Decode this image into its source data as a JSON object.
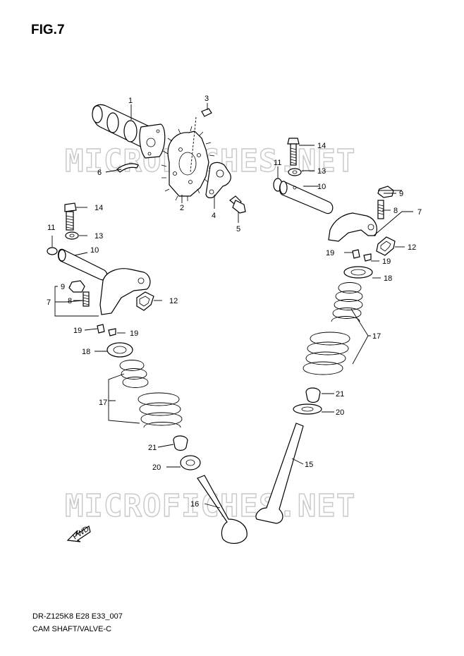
{
  "figure": {
    "title": "FIG.7",
    "model_code": "DR-Z125K8 E28 E33_007",
    "section_name": "CAM SHAFT/VALVE-C"
  },
  "watermark": {
    "text": "MICROFICHES.NET"
  },
  "arrow": {
    "label": "FWD"
  },
  "callouts": {
    "c1": "1",
    "c2": "2",
    "c3": "3",
    "c4": "4",
    "c5": "5",
    "c6": "6",
    "c7a": "7",
    "c7b": "7",
    "c8a": "8",
    "c8b": "8",
    "c9a": "9",
    "c9b": "9",
    "c10a": "10",
    "c10b": "10",
    "c11a": "11",
    "c11b": "11",
    "c12a": "12",
    "c12b": "12",
    "c13a": "13",
    "c13b": "13",
    "c14a": "14",
    "c14b": "14",
    "c15": "15",
    "c16": "16",
    "c17a": "17",
    "c17b": "17",
    "c18a": "18",
    "c18b": "18",
    "c19a": "19",
    "c19b": "19",
    "c19c": "19",
    "c19d": "19",
    "c20a": "20",
    "c20b": "20",
    "c21a": "21",
    "c21b": "21"
  }
}
